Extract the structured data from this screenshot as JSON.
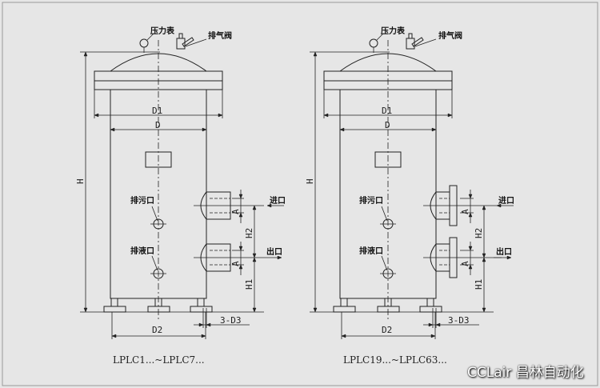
{
  "drawings": [
    {
      "model_label": "LPLC1...~LPLC7...",
      "flanged_nozzles": false,
      "labels": {
        "pressure_gauge": "压力表",
        "vent_valve": "排气阀",
        "drain_sewage": "排污口",
        "drain_liquid": "排液口",
        "inlet": "进口",
        "outlet": "出口"
      },
      "dims": {
        "D1": "D1",
        "D": "D",
        "H": "H",
        "A_inlet": "A",
        "A_outlet": "A",
        "H2": "H2",
        "H1": "H1",
        "D2": "D2",
        "D3": "3-D3"
      }
    },
    {
      "model_label": "LPLC19...~LPLC63...",
      "flanged_nozzles": true,
      "labels": {
        "pressure_gauge": "压力表",
        "vent_valve": "排气阀",
        "drain_sewage": "排污口",
        "drain_liquid": "排液口",
        "inlet": "进口",
        "outlet": "出口"
      },
      "dims": {
        "D1": "D1",
        "D": "D",
        "H": "H",
        "A_inlet": "A",
        "A_outlet": "A",
        "H2": "H2",
        "H1": "H1",
        "D2": "D2",
        "D3": "3-D3"
      }
    }
  ],
  "watermark": "CCLair 昌林自动化"
}
